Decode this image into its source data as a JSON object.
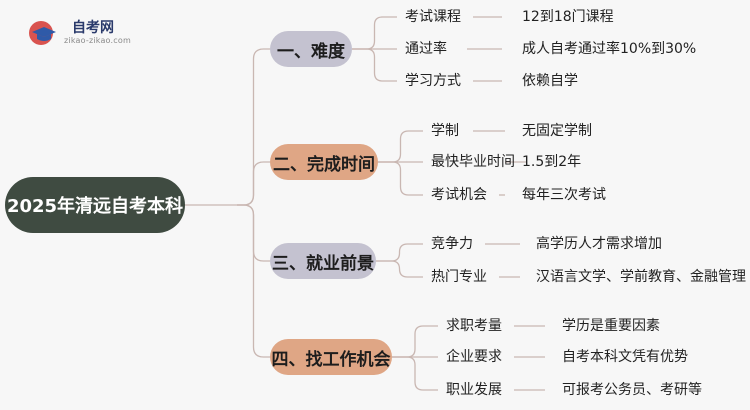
{
  "logo": {
    "title": "自考网",
    "url": "zikao-zikao.com"
  },
  "colors": {
    "root_bg": "#3f4b41",
    "line": "#c9b7b2",
    "branch_gray": "#c4c2d0",
    "branch_peach": "#dfa685"
  },
  "root": "2025年清远自考本科",
  "branches": [
    {
      "label": "一、难度",
      "color": "gray",
      "items": [
        {
          "key": "考试课程",
          "value": "12到18门课程"
        },
        {
          "key": "通过率",
          "value": "成人自考通过率10%到30%"
        },
        {
          "key": "学习方式",
          "value": "依赖自学"
        }
      ]
    },
    {
      "label": "二、完成时间",
      "color": "peach",
      "items": [
        {
          "key": "学制",
          "value": "无固定学制"
        },
        {
          "key": "最快毕业时间",
          "value": "1.5到2年"
        },
        {
          "key": "考试机会",
          "value": "每年三次考试"
        }
      ]
    },
    {
      "label": "三、就业前景",
      "color": "gray",
      "items": [
        {
          "key": "竞争力",
          "value": "高学历人才需求增加"
        },
        {
          "key": "热门专业",
          "value": "汉语言文学、学前教育、金融管理"
        }
      ]
    },
    {
      "label": "四、找工作机会",
      "color": "peach",
      "items": [
        {
          "key": "求职考量",
          "value": "学历是重要因素"
        },
        {
          "key": "企业要求",
          "value": "自考本科文凭有优势"
        },
        {
          "key": "职业发展",
          "value": "可报考公务员、考研等"
        }
      ]
    }
  ]
}
